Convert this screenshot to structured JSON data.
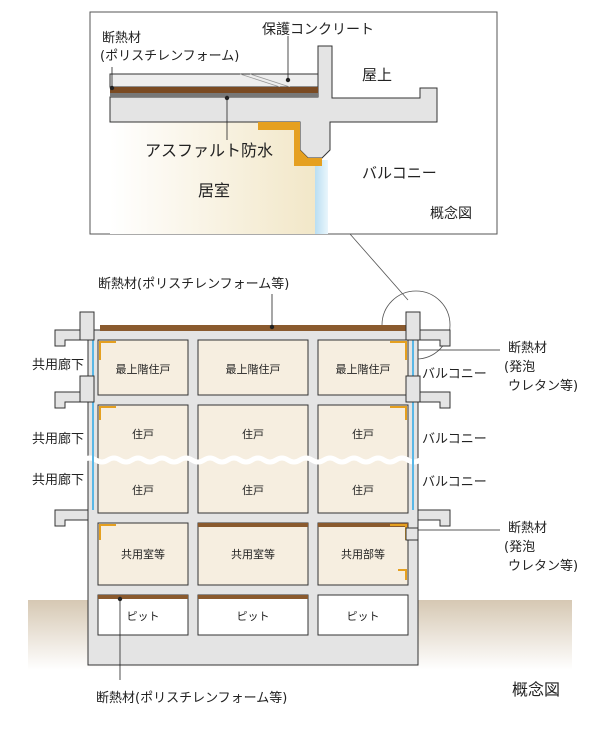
{
  "detail": {
    "insulation_label": "断熱材",
    "insulation_sub": "(ポリスチレンフォーム)",
    "protect_concrete": "保護コンクリート",
    "rooftop": "屋上",
    "asphalt": "アスファルト防水",
    "living_room": "居室",
    "balcony": "バルコニー",
    "caption": "概念図"
  },
  "section": {
    "top_insulation": "断熱材(ポリスチレンフォーム等)",
    "bottom_insulation": "断熱材(ポリスチレンフォーム等)",
    "corridor": "共用廊下",
    "balcony": "バルコニー",
    "right_callout": [
      "断熱材",
      "(発泡",
      "ウレタン等)"
    ],
    "caption": "概念図",
    "rows": [
      [
        "最上階住戸",
        "最上階住戸",
        "最上階住戸"
      ],
      [
        "住戸",
        "住戸",
        "住戸"
      ],
      [
        "住戸",
        "住戸",
        "住戸"
      ],
      [
        "共用室等",
        "共用室等",
        "共用部等"
      ],
      [
        "ピット",
        "ピット",
        "ピット"
      ]
    ]
  },
  "colors": {
    "concrete": "#e6e6e6",
    "room_fill": "#f6eee0",
    "insulation_brown": "#8a5a2e",
    "urethane_orange": "#e5a020",
    "glass_blue": "#59b7e6",
    "ground": "#d9cbb8"
  }
}
